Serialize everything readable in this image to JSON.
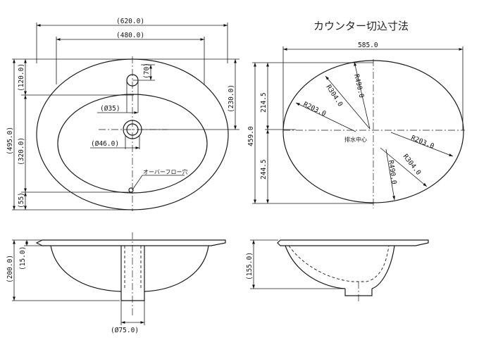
{
  "title": "カウンター切込寸法",
  "top_view": {
    "dims": {
      "overall_width": "(620.0)",
      "bowl_width": "(480.0)",
      "overall_depth": "(495.0)",
      "back_to_tap": "(120.0)",
      "bowl_depth": "(320.0)",
      "front_rim": "(55)",
      "tap_offset": "(70)",
      "tap_to_drain": "(230.0)",
      "tap_hole": "(Ø35)",
      "drain_hole": "(Ø46.0)"
    },
    "overflow_label": "オーバーフロー穴"
  },
  "cutout_view": {
    "dims": {
      "width": "585.0",
      "depth": "459.0",
      "rear": "214.5",
      "front": "244.5"
    },
    "radii": [
      "R490.0",
      "R304.0",
      "R203.0",
      "R203.0",
      "R490.0",
      "R304.0"
    ],
    "drain_center_label": "排水中心"
  },
  "front_view": {
    "dims": {
      "height": "(200.0)",
      "rim": "(15.0)",
      "drain_dia": "(Ø75.0)"
    }
  },
  "side_view": {
    "dims": {
      "height": "(155.0)"
    }
  }
}
